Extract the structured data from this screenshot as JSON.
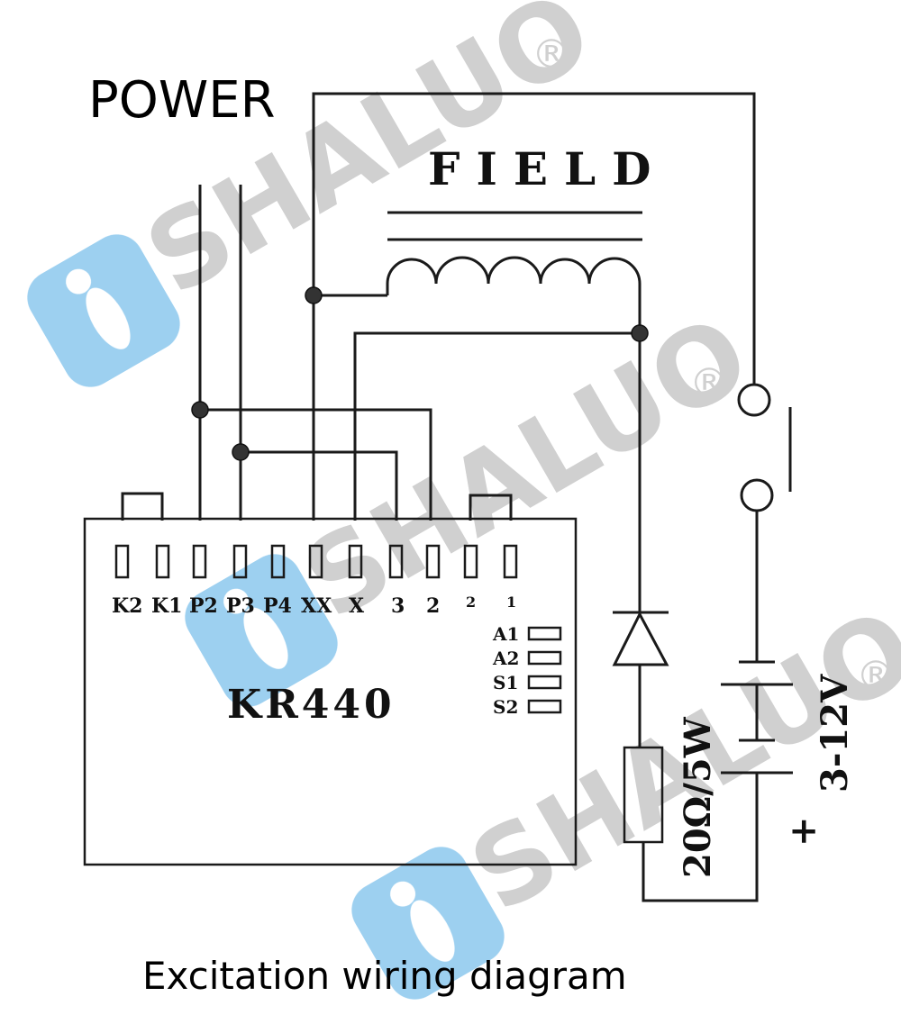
{
  "labels": {
    "power": "POWER",
    "field": "FIELD",
    "module": "KR440",
    "caption": "Excitation wiring diagram",
    "resistor": "20Ω/5W",
    "battery_voltage": "3-12V",
    "battery_plus": "+"
  },
  "terminals": [
    "K2",
    "K1",
    "P2",
    "P3",
    "P4",
    "XX",
    "X",
    "3",
    "2",
    "2",
    "1"
  ],
  "adjusters": [
    "A1",
    "A2",
    "S1",
    "S2"
  ],
  "watermark": {
    "brand": "SHALUO",
    "mark": "®",
    "color": "#8cc8ee"
  },
  "colors": {
    "line": "#1a1a1a",
    "watermark_text": "#c8c8c8"
  }
}
